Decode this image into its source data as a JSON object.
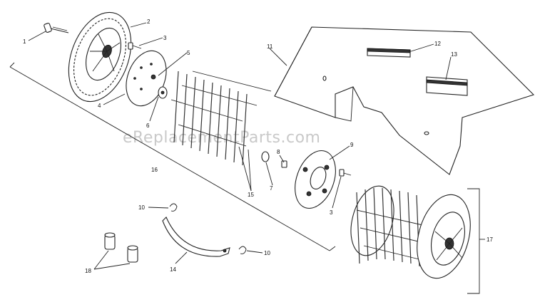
{
  "watermark": "eReplacementParts.com",
  "callouts": [
    {
      "id": "c1",
      "label": "1"
    },
    {
      "id": "c2",
      "label": "2"
    },
    {
      "id": "c3a",
      "label": "3"
    },
    {
      "id": "c4",
      "label": "4"
    },
    {
      "id": "c5",
      "label": "5"
    },
    {
      "id": "c6",
      "label": "6"
    },
    {
      "id": "c7",
      "label": "7"
    },
    {
      "id": "c8",
      "label": "8"
    },
    {
      "id": "c9",
      "label": "9"
    },
    {
      "id": "c3b",
      "label": "3"
    },
    {
      "id": "c10a",
      "label": "10"
    },
    {
      "id": "c10b",
      "label": "10"
    },
    {
      "id": "c11",
      "label": "11"
    },
    {
      "id": "c12",
      "label": "12"
    },
    {
      "id": "c13",
      "label": "13"
    },
    {
      "id": "c14",
      "label": "14"
    },
    {
      "id": "c15",
      "label": "15"
    },
    {
      "id": "c16",
      "label": "16"
    },
    {
      "id": "c17",
      "label": "17"
    },
    {
      "id": "c18",
      "label": "18"
    }
  ]
}
